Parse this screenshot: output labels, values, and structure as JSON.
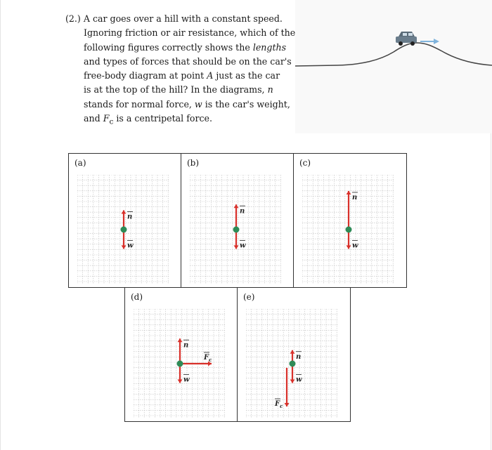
{
  "question": {
    "number": "(2.)",
    "lines": [
      "A car goes over a hill with a constant speed.",
      "Ignoring friction or air resistance, which of the",
      "following figures correctly shows the",
      "and types of forces that should be on the car's",
      "free-body diagram at point",
      "is at the top of the hill? In the diagrams,",
      "stands for normal force,",
      "and"
    ],
    "em_lengths": "lengths",
    "point_label": "A",
    "line5_tail": "just as the car",
    "n_symbol": "n",
    "w_symbol": "w",
    "line7_tail": "is the car's weight,",
    "fc_symbol": "F",
    "fc_sub": "c",
    "line8_tail": "is a centripetal force."
  },
  "panels": [
    {
      "label": "(a)",
      "n": 0.5,
      "w": 0.5,
      "fc": null
    },
    {
      "label": "(b)",
      "n": 0.65,
      "w": 0.5,
      "fc": null
    },
    {
      "label": "(c)",
      "n": 1.0,
      "w": 0.5,
      "fc": null
    },
    {
      "label": "(d)",
      "n": 0.65,
      "w": 0.5,
      "fc": "right"
    },
    {
      "label": "(e)",
      "n": 0.35,
      "w": 0.5,
      "fc": "down"
    }
  ],
  "vector_labels": {
    "n": "n",
    "w": "w",
    "fc": "F",
    "fc_sub": "c"
  },
  "colors": {
    "arrow": "#d8302a",
    "dot": "#2e8b57",
    "grid": "#bfbfbf",
    "car": "#6a7d8c",
    "motion_arrow": "#7fb3dc"
  }
}
